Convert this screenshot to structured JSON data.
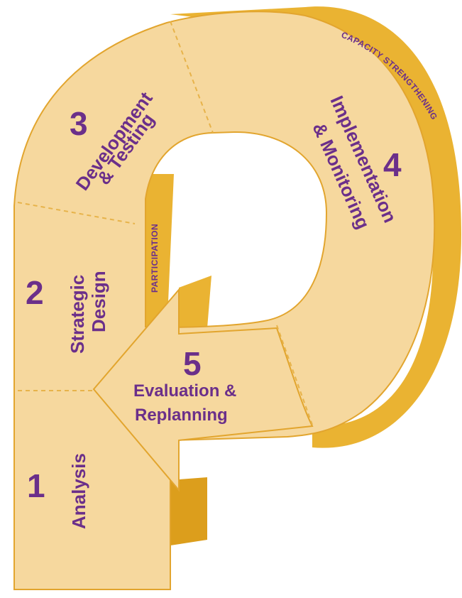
{
  "colors": {
    "face": "#f6d89e",
    "side": "#eab332",
    "side_dark": "#dc9e1c",
    "edge": "#e2a52e",
    "dash": "#e7b34a",
    "text": "#6b2f8a"
  },
  "stages": {
    "s1": {
      "number": "1",
      "label": "Analysis"
    },
    "s2": {
      "number": "2",
      "line1": "Strategic",
      "line2": "Design"
    },
    "s3": {
      "number": "3",
      "line1": "Development",
      "line2": "& Testing"
    },
    "s4": {
      "number": "4",
      "line1": "Implementation",
      "line2": "& Monitoring"
    },
    "s5": {
      "number": "5",
      "line1": "Evaluation &",
      "line2": "Replanning"
    }
  },
  "side_labels": {
    "participation": "PARTICIPATION",
    "capacity": "CAPACITY STRENGTHENING"
  }
}
